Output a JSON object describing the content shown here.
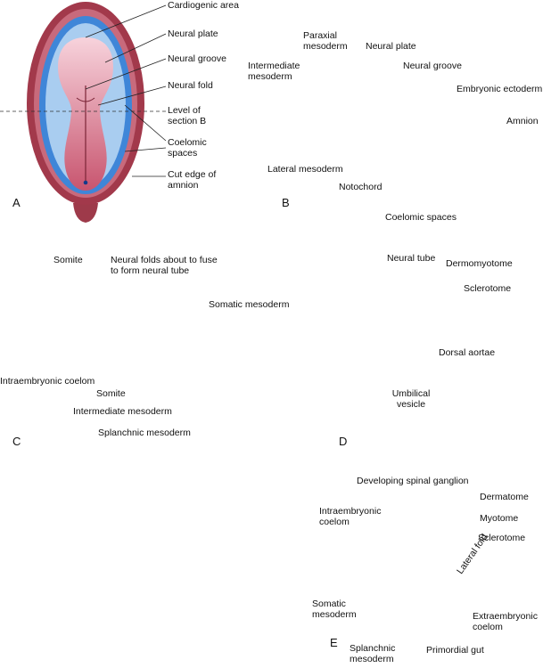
{
  "panels": {
    "A": {
      "letter": "A",
      "labels": {
        "cardiogenic_area": "Cardiogenic area",
        "neural_plate": "Neural plate",
        "neural_groove": "Neural groove",
        "neural_fold": "Neural fold",
        "level_of_section": "Level of section B",
        "coelomic_spaces": "Coelomic spaces",
        "cut_edge_amnion": "Cut edge of amnion"
      }
    },
    "B": {
      "letter": "B",
      "labels": {
        "paraxial_mesoderm": "Paraxial mesoderm",
        "neural_plate": "Neural plate",
        "neural_groove": "Neural groove",
        "intermediate_mesoderm": "Intermediate mesoderm",
        "embryonic_ectoderm": "Embryonic ectoderm",
        "amnion": "Amnion",
        "lateral_mesoderm": "Lateral mesoderm",
        "notochord": "Notochord",
        "coelomic_spaces": "Coelomic spaces"
      }
    },
    "C": {
      "letter": "C",
      "labels": {
        "somite_top": "Somite",
        "neural_folds_fuse": "Neural folds about to fuse to form neural tube",
        "somatic_mesoderm": "Somatic mesoderm",
        "intraembryonic_coelom": "Intraembryonic coelom",
        "somite_bottom": "Somite",
        "intermediate_mesoderm": "Intermediate mesoderm",
        "splanchnic_mesoderm": "Splanchnic mesoderm"
      }
    },
    "D": {
      "letter": "D",
      "labels": {
        "neural_tube": "Neural tube",
        "dermomyotome": "Dermomyotome",
        "sclerotome": "Sclerotome",
        "dorsal_aortae": "Dorsal aortae",
        "umbilical_vesicle": "Umbilical vesicle"
      }
    },
    "E": {
      "letter": "E",
      "labels": {
        "developing_spinal_ganglion": "Developing spinal ganglion",
        "dermatome": "Dermatome",
        "intraembryonic_coelom": "Intraembryonic coelom",
        "myotome": "Myotome",
        "sclerotome": "Sclerotome",
        "lateral_fold": "Lateral fold",
        "somatic_mesoderm": "Somatic mesoderm",
        "extraembryonic_coelom": "Extraembryonic coelom",
        "splanchnic_mesoderm": "Splanchnic mesoderm",
        "primordial_gut": "Primordial gut"
      }
    }
  },
  "colors": {
    "amnion_edge": "#9b3a4a",
    "neural_plate": "#d97a93",
    "ectoderm_blue": "#3b7fd0",
    "mesoderm": "#b5506a",
    "yolk": "#e0b020",
    "tissue_pink": "#e8a9c2"
  }
}
